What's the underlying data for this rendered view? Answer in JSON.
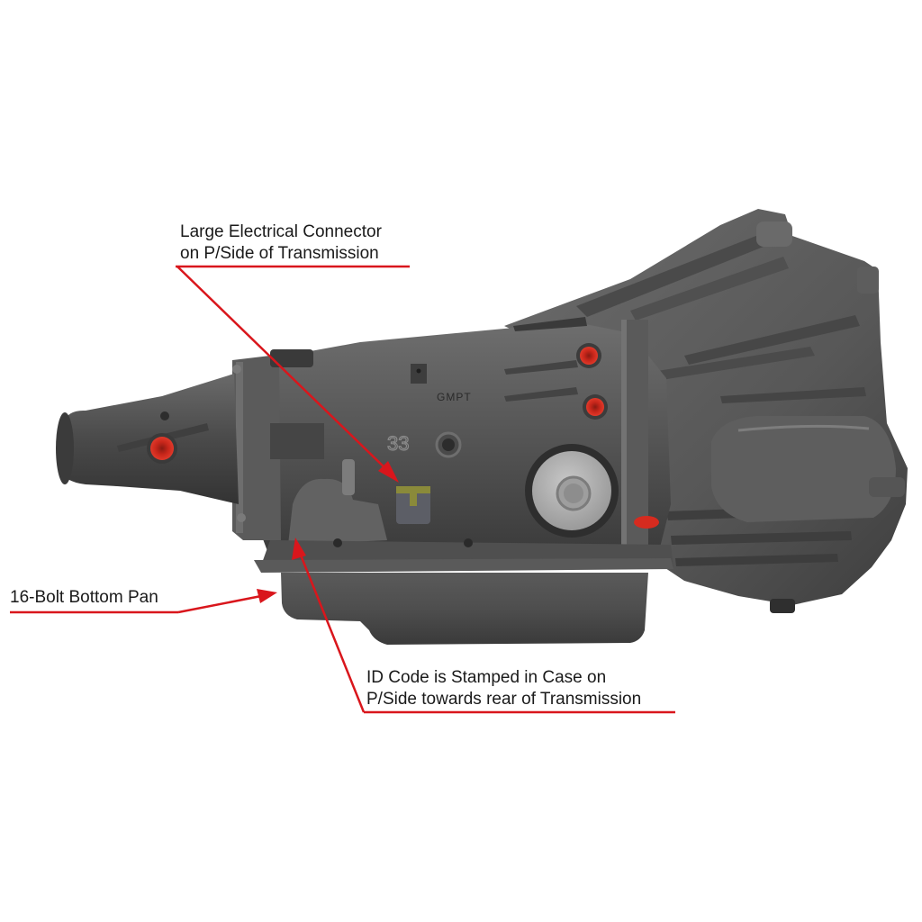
{
  "image": {
    "subject": "Automatic transmission (4L60E style) product photo",
    "background": "#ffffff",
    "colors": {
      "casting_dark": "#3c3c3c",
      "casting_mid": "#5a5a5a",
      "casting_light": "#7a7a7a",
      "plug_red": "#d42a1e",
      "annotation_red": "#d9161c",
      "servo_cover": "#b9b9b9",
      "connector_yellow": "#8a8a3a"
    }
  },
  "castings": {
    "brand_mark": "GMPT",
    "case_number": "33"
  },
  "callouts": [
    {
      "id": "connector",
      "lines": [
        "Large Electrical Connector",
        "on P/Side of Transmission"
      ],
      "target": "electrical-connector"
    },
    {
      "id": "pan",
      "lines": [
        "16-Bolt Bottom Pan"
      ],
      "target": "bottom-pan"
    },
    {
      "id": "idcode",
      "lines": [
        "ID Code is Stamped in Case on",
        "P/Side towards rear of Transmission"
      ],
      "target": "id-code-location"
    }
  ]
}
